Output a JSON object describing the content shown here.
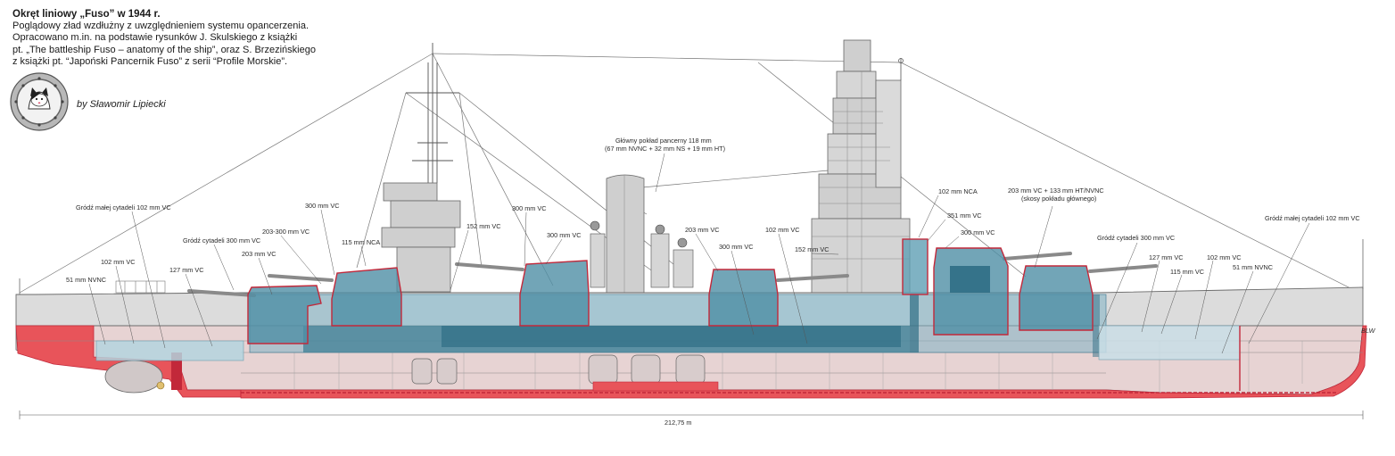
{
  "header": {
    "title": "Okręt liniowy „Fuso” w 1944 r.",
    "line1": "Poglądowy zład wzdłużny z uwzględnieniem systemu opancerzenia.",
    "line2": "Opracowano m.in. na podstawie rysunków J. Skulskiego z książki",
    "line3": "pt. „The battleship Fuso – anatomy of the ship”, oraz S. Brzezińskiego",
    "line4": "z książki pt. “Japoński Pancernik Fuso” z serii “Profile Morskie”."
  },
  "author": "by Sławomir Lipiecki",
  "labels": {
    "l_grodz_male_left": "Gródź małej cytadeli 102 mm VC",
    "l_102_left": "102 mm VC",
    "l_51_left": "51 mm NVNC",
    "l_127_left": "127 mm VC",
    "l_grodz_cyt_left": "Gródź cytadeli 300 mm VC",
    "l_203_a": "203 mm VC",
    "l_203_300": "203-300 mm VC",
    "l_300_a": "300 mm VC",
    "l_115_nca": "115 mm NCA",
    "l_152_a": "152 mm VC",
    "l_300_b": "300 mm VC",
    "l_300_c": "300 mm VC",
    "l_main_deck_1": "Główny pokład pancerny 118 mm",
    "l_main_deck_2": "(67 mm NVNC + 32 mm NS + 19 mm HT)",
    "l_203_b": "203 mm VC",
    "l_300_d": "300 mm VC",
    "l_102_mid": "102 mm VC",
    "l_152_b": "152 mm VC",
    "l_102_nca": "102 mm NCA",
    "l_351": "351 mm VC",
    "l_300_e": "300 mm VC",
    "l_203_133_1": "203 mm VC + 133 mm HT/NVNC",
    "l_203_133_2": "(skosy pokładu głównego)",
    "l_grodz_cyt_right": "Gródź cytadeli 300 mm VC",
    "l_127_right": "127 mm VC",
    "l_115_right": "115 mm VC",
    "l_102_right": "102 mm VC",
    "l_51_right": "51 mm NVNC",
    "l_grodz_male_right": "Gródź małej cytadeli 102 mm VC",
    "l_blw": "BLW",
    "l_length": "212,75 m"
  },
  "colors": {
    "hull_red": "#e8545a",
    "hull_red_edge": "#c2283a",
    "upper_gray": "#dcdcdc",
    "lower_pink": "#e7d3d3",
    "armor_teal": "#5f9fb4",
    "armor_dark": "#2f6e85",
    "outline": "#6b6b6b"
  }
}
